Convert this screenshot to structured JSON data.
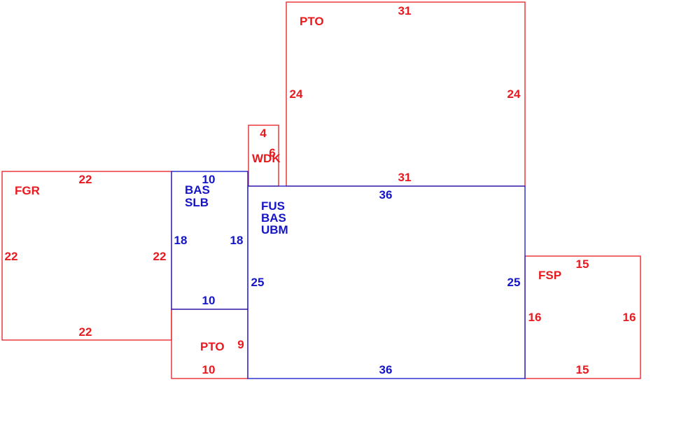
{
  "colors": {
    "red": "#e8191f",
    "blue": "#1414c8"
  },
  "areas": [
    {
      "id": "fgr",
      "code": [
        "FGR"
      ],
      "color": "red",
      "dims": [
        "22",
        "22",
        "22",
        "22"
      ]
    },
    {
      "id": "bas-slb",
      "code": [
        "BAS",
        "SLB"
      ],
      "color": "blue",
      "dims": [
        "10",
        "18",
        "18",
        "10"
      ]
    },
    {
      "id": "pto-lower",
      "code": [
        "PTO"
      ],
      "color": "red",
      "dims": [
        "9",
        "10"
      ]
    },
    {
      "id": "wdk",
      "code": [
        "WDK"
      ],
      "color": "red",
      "dims": [
        "4",
        "6"
      ]
    },
    {
      "id": "pto-upper",
      "code": [
        "PTO"
      ],
      "color": "red",
      "dims": [
        "31",
        "24",
        "24",
        "31"
      ]
    },
    {
      "id": "main",
      "code": [
        "FUS",
        "BAS",
        "UBM"
      ],
      "color": "blue",
      "dims": [
        "36",
        "25",
        "25",
        "36"
      ]
    },
    {
      "id": "fsp",
      "code": [
        "FSP"
      ],
      "color": "red",
      "dims": [
        "15",
        "16",
        "16",
        "15"
      ]
    }
  ]
}
